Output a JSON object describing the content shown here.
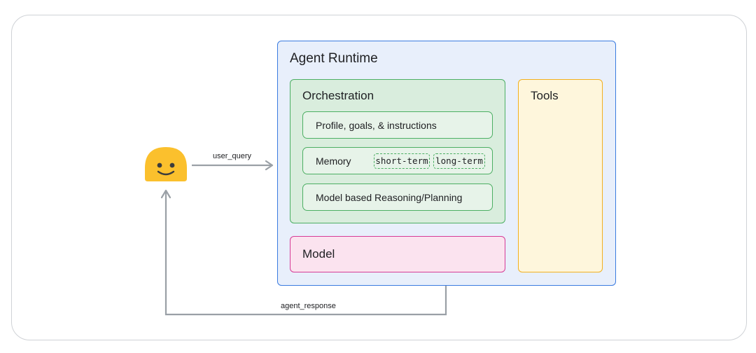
{
  "agent_runtime": {
    "title": "Agent Runtime",
    "orchestration": {
      "title": "Orchestration",
      "profile_label": "Profile, goals, & instructions",
      "memory": {
        "label": "Memory",
        "short_term": "short-term",
        "long_term": "long-term"
      },
      "reasoning_label": "Model based Reasoning/Planning"
    },
    "model_label": "Model",
    "tools_label": "Tools"
  },
  "edges": {
    "user_query": "user_query",
    "agent_response": "agent_response"
  },
  "colors": {
    "runtime_border": "#3a7be0",
    "orchestration_border": "#4caf63",
    "model_border": "#d63b96",
    "tools_border": "#f2b01e",
    "user_face": "#fbc02d",
    "arrow": "#9aa0a6"
  },
  "icons": {
    "user": "smiley-face-icon"
  }
}
